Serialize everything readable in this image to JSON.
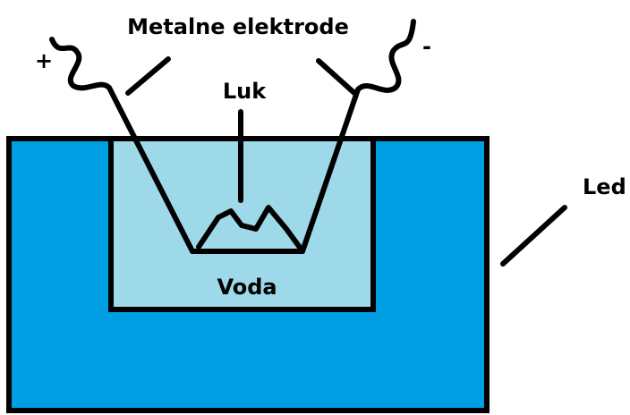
{
  "labels": {
    "electrodes": "Metalne elektrode",
    "arc": "Luk",
    "water": "Voda",
    "ice": "Led",
    "plus": "+",
    "minus": "-"
  },
  "colors": {
    "ice": "#009FE3",
    "water": "#9ED9EA",
    "stroke": "#000000",
    "background": "#FFFFFF"
  }
}
